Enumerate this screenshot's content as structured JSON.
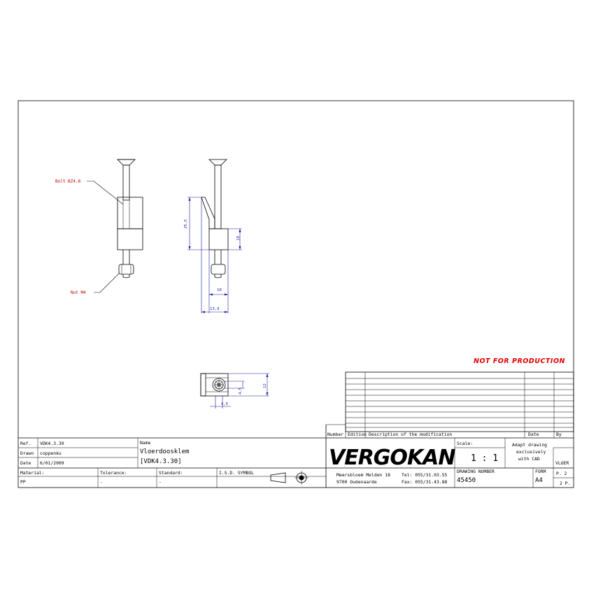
{
  "drawing": {
    "labels": {
      "bolt": "Bolt BZ4.8",
      "nut": "Nut M4"
    },
    "dims": {
      "d255": "25,5",
      "d10a": "10",
      "d10b": "10",
      "d139": "13,9",
      "d45a": "4,5",
      "d12": "12",
      "d45b": "4,5"
    },
    "stamp": "NOT FOR PRODUCTION"
  },
  "title_block": {
    "ref_label": "Ref.",
    "ref_value": "VDK4.3.30",
    "drawn_label": "Drawn",
    "drawn_value": "coppenku",
    "date_label": "Date",
    "date_value": "6/01/2009",
    "name_label": "Name",
    "name_line1": "Vloerdoosklem",
    "name_line2": "[VDK4.3.30]",
    "material_label": "Material:",
    "material_value": "PP",
    "tolerance_label": "Tolerance:",
    "tolerance_value": "-",
    "standard_label": "Standard:",
    "standard_value": "-",
    "isd_label": "I.S.D. SYMBOL",
    "logo": "VERGOKAN",
    "address1": "Meersbloem Melden 18",
    "address2": "9700 Oudenaarde",
    "tel": "Tel: 055/31.03.55",
    "fax": "Fax: 055/31.43.88",
    "scale_label": "Scale:",
    "scale_value": "1 : 1",
    "note1": "Adapt drawing",
    "note2": "exclusively",
    "note3": "with CAD",
    "drawing_number_label": "DRAWING NUMBER",
    "drawing_number": "45450",
    "form_label": "FORM",
    "form_value": "A4",
    "vloer": "VLOER",
    "p2": "P. 2",
    "of2": "2 P."
  },
  "revision": {
    "number_label": "Number",
    "edition_label": "Edition",
    "description_label": "Description of the modification",
    "date_label": "Date",
    "by_label": "By"
  }
}
